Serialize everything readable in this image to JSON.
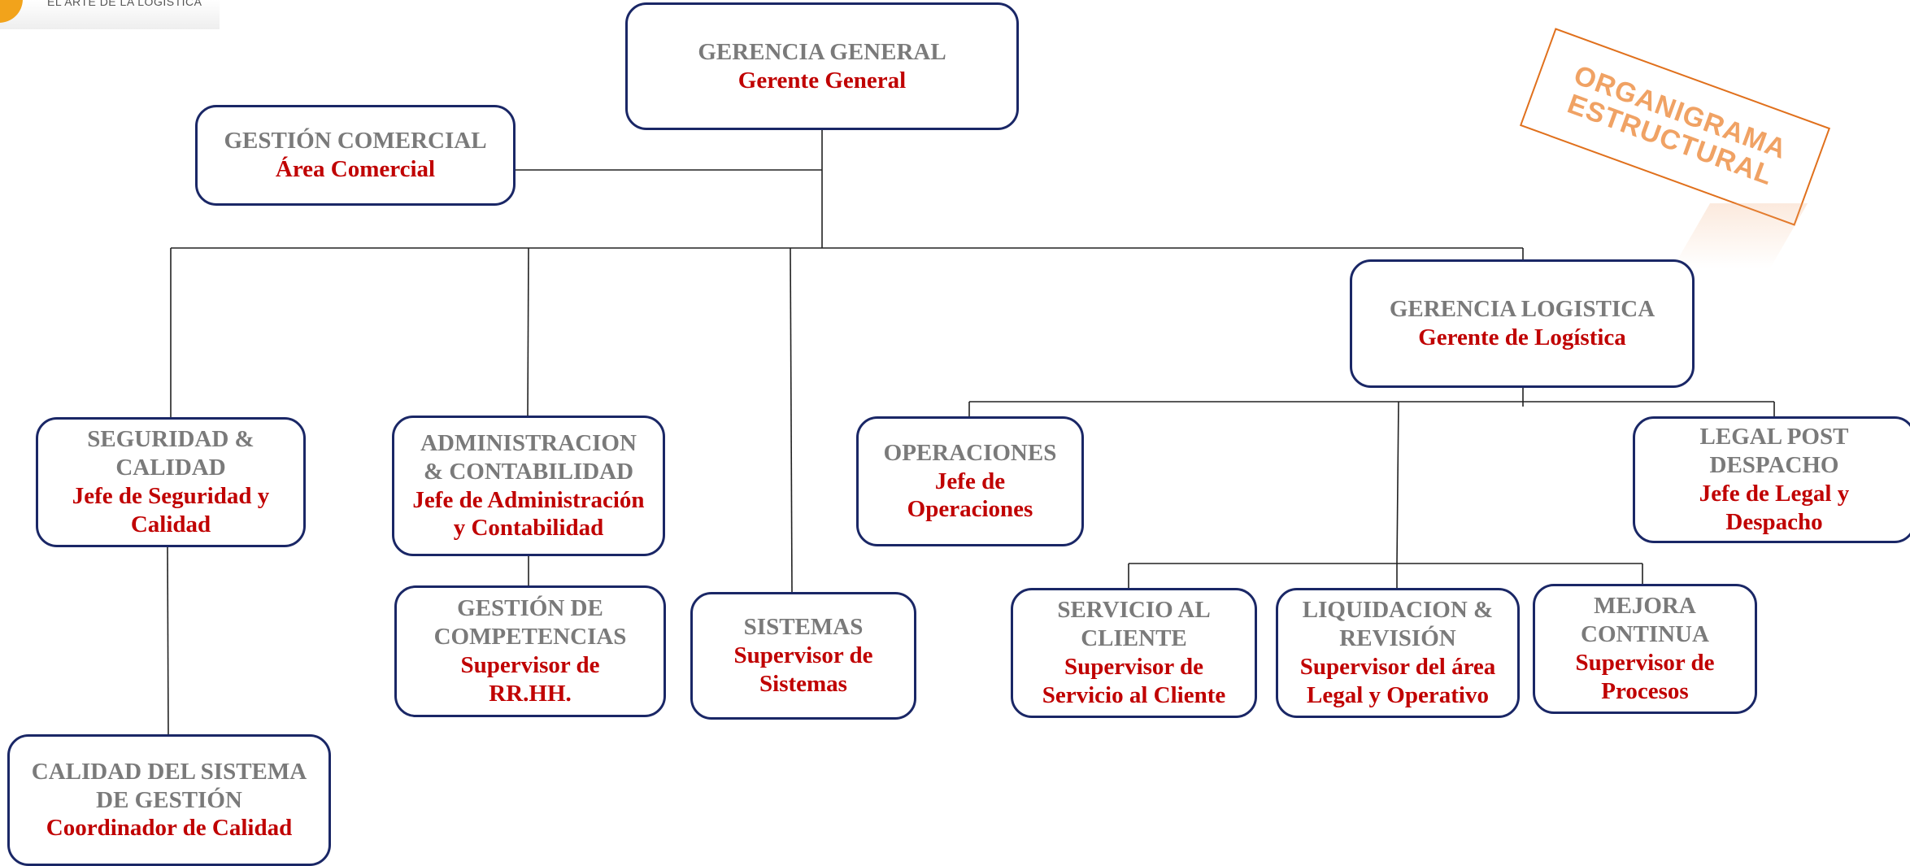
{
  "logo": {
    "tagline": "EL ARTE DE LA LOGISTICA"
  },
  "stamp": {
    "line1": "ORGANIGRAMA",
    "line2": "ESTRUCTURAL"
  },
  "boxes": {
    "gerencia_general": {
      "title": "GERENCIA GENERAL",
      "role": "Gerente General"
    },
    "gestion_comercial": {
      "title": "GESTIÓN COMERCIAL",
      "role": "Área Comercial"
    },
    "gerencia_logistica": {
      "title": "GERENCIA LOGISTICA",
      "role": "Gerente de Logística"
    },
    "seguridad_calidad": {
      "title": "SEGURIDAD & CALIDAD",
      "role": "Jefe de Seguridad y Calidad"
    },
    "administracion": {
      "title": "ADMINISTRACION & CONTABILIDAD",
      "role": "Jefe de Administración y Contabilidad"
    },
    "operaciones": {
      "title": "OPERACIONES",
      "role": "Jefe de Operaciones"
    },
    "legal_post": {
      "title": "LEGAL POST DESPACHO",
      "role": "Jefe de Legal y Despacho"
    },
    "gestion_competencias": {
      "title": "GESTIÓN DE COMPETENCIAS",
      "role": "Supervisor de RR.HH."
    },
    "sistemas": {
      "title": "SISTEMAS",
      "role": "Supervisor de Sistemas"
    },
    "servicio_cliente": {
      "title": "SERVICIO AL CLIENTE",
      "role": "Supervisor de Servicio al Cliente"
    },
    "liquidacion": {
      "title": "LIQUIDACION & REVISIÓN",
      "role": "Supervisor del área Legal y Operativo"
    },
    "mejora_continua": {
      "title": "MEJORA CONTINUA",
      "role": "Supervisor de Procesos"
    },
    "calidad_sistema": {
      "title": "CALIDAD DEL SISTEMA DE GESTIÓN",
      "role": "Coordinador de Calidad"
    }
  },
  "colors": {
    "title": "#7a7a7a",
    "role": "#c00000",
    "border": "#1a2766",
    "stamp": "#e0701c"
  }
}
